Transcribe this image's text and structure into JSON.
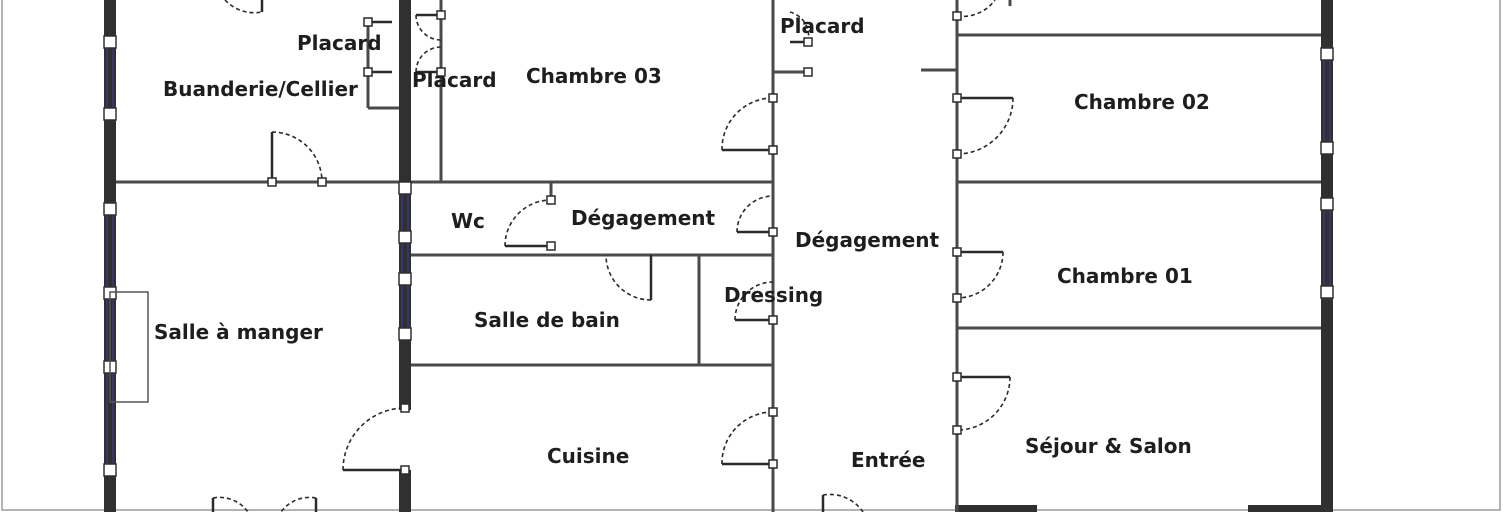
{
  "plan": {
    "rooms": [
      {
        "id": "placard-1",
        "label": "Placard"
      },
      {
        "id": "buanderie",
        "label": "Buanderie/Cellier"
      },
      {
        "id": "placard-2",
        "label": "Placard"
      },
      {
        "id": "chambre-03",
        "label": "Chambre 03"
      },
      {
        "id": "placard-3",
        "label": "Placard"
      },
      {
        "id": "chambre-02",
        "label": "Chambre 02"
      },
      {
        "id": "wc",
        "label": "Wc"
      },
      {
        "id": "degagement-1",
        "label": "Dégagement"
      },
      {
        "id": "degagement-2",
        "label": "Dégagement"
      },
      {
        "id": "chambre-01",
        "label": "Chambre 01"
      },
      {
        "id": "dressing",
        "label": "Dressing"
      },
      {
        "id": "salle-de-bain",
        "label": "Salle de bain"
      },
      {
        "id": "salle-a-manger",
        "label": "Salle à manger"
      },
      {
        "id": "cuisine",
        "label": "Cuisine"
      },
      {
        "id": "entree",
        "label": "Entrée"
      },
      {
        "id": "sejour",
        "label": "Séjour & Salon"
      }
    ]
  }
}
